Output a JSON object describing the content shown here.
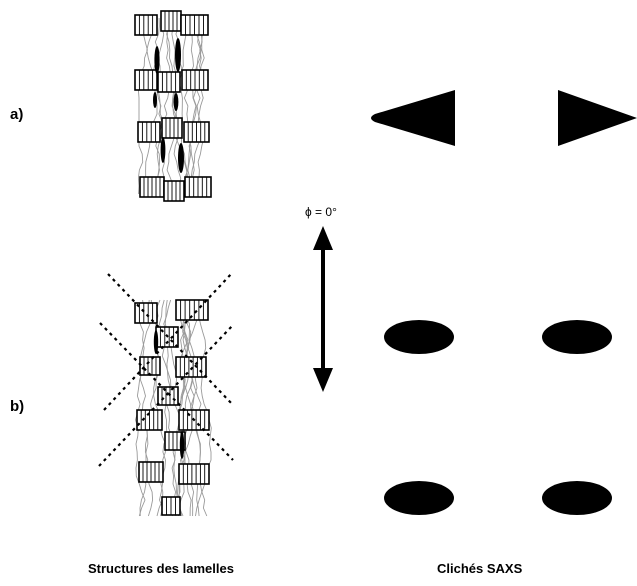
{
  "panels": {
    "a": {
      "label": "a)"
    },
    "b": {
      "label": "b)"
    }
  },
  "direction": {
    "label": "ϕ = 0°"
  },
  "captions": {
    "structures": "Structures des lamelles",
    "saxs": "Clichés SAXS"
  },
  "colors": {
    "ink": "#000000",
    "chain": "#9a9a9a",
    "background": "#ffffff"
  }
}
